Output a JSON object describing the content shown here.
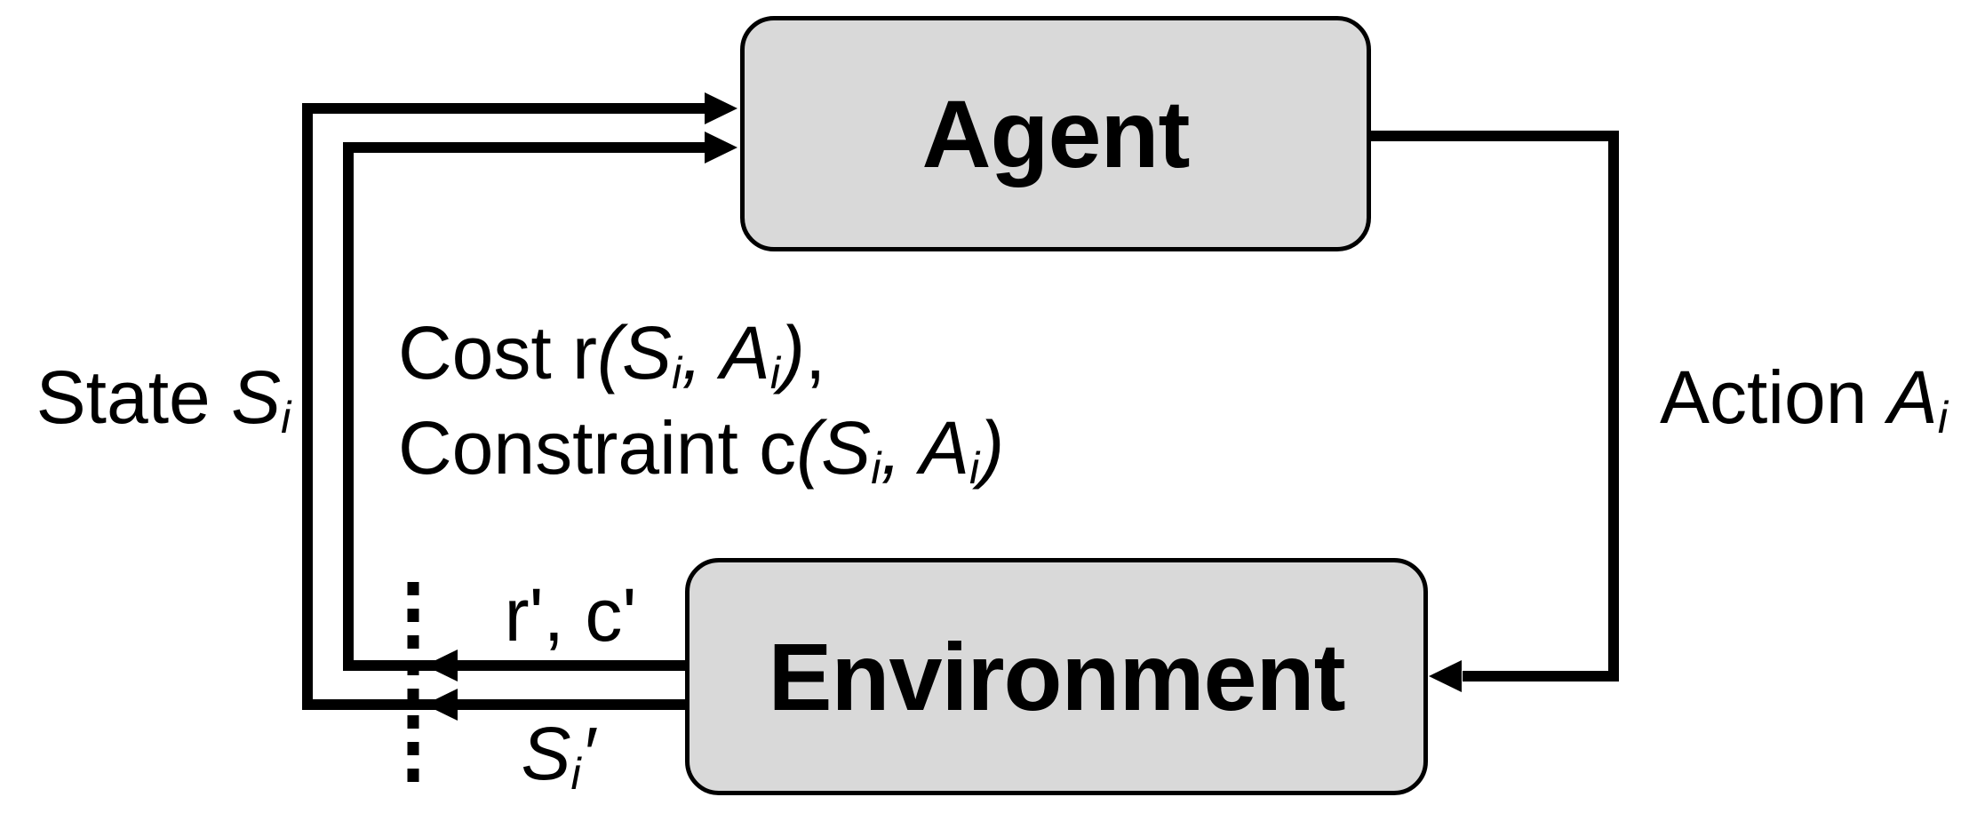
{
  "colors": {
    "background": "#ffffff",
    "box_fill": "#d9d9d9",
    "box_border": "#000000",
    "line": "#000000",
    "text": "#000000"
  },
  "nodes": {
    "agent": {
      "label": "Agent"
    },
    "environment": {
      "label": "Environment"
    }
  },
  "labels": {
    "state": [
      {
        "t": "State "
      },
      {
        "t": "S",
        "i": true
      },
      {
        "t": "i",
        "i": true,
        "sub": true
      }
    ],
    "cost_line1": [
      {
        "t": "Cost r"
      },
      {
        "t": "(S",
        "i": true
      },
      {
        "t": "i",
        "i": true,
        "sub": true
      },
      {
        "t": ", ",
        "i": true
      },
      {
        "t": "A",
        "i": true
      },
      {
        "t": "i",
        "i": true,
        "sub": true
      },
      {
        "t": ")",
        "i": true
      },
      {
        "t": ","
      }
    ],
    "cost_line2": [
      {
        "t": "Constraint c"
      },
      {
        "t": "(S",
        "i": true
      },
      {
        "t": "i",
        "i": true,
        "sub": true
      },
      {
        "t": ", ",
        "i": true
      },
      {
        "t": "A",
        "i": true
      },
      {
        "t": "i",
        "i": true,
        "sub": true
      },
      {
        "t": ")",
        "i": true
      }
    ],
    "action": [
      {
        "t": "Action "
      },
      {
        "t": "A",
        "i": true
      },
      {
        "t": "i",
        "i": true,
        "sub": true
      }
    ],
    "reward_prime": [
      {
        "t": "r', c'"
      }
    ],
    "next_state": [
      {
        "t": "S",
        "i": true
      },
      {
        "t": "i",
        "i": true,
        "sub": true
      },
      {
        "t": "′",
        "i": true
      }
    ]
  }
}
